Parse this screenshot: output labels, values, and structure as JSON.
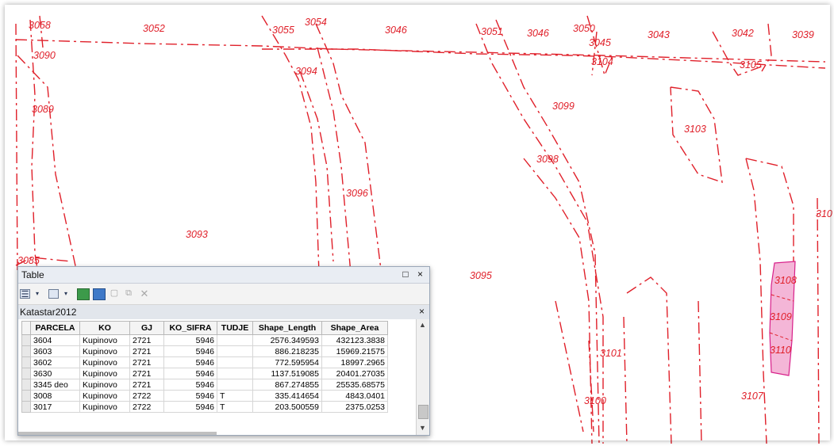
{
  "map": {
    "line_color": "#e0202a",
    "highlight_fill": "#f4b6d7",
    "highlight_stroke": "#d8208a",
    "parcel_labels": [
      {
        "id": "3058",
        "text": "3058"
      },
      {
        "id": "3052",
        "text": "3052"
      },
      {
        "id": "3055",
        "text": "3055"
      },
      {
        "id": "3054",
        "text": "3054"
      },
      {
        "id": "3046a",
        "text": "3046"
      },
      {
        "id": "3051",
        "text": "3051"
      },
      {
        "id": "3046b",
        "text": "3046"
      },
      {
        "id": "3050",
        "text": "3050"
      },
      {
        "id": "3045",
        "text": "3045"
      },
      {
        "id": "3043",
        "text": "3043"
      },
      {
        "id": "3042",
        "text": "3042"
      },
      {
        "id": "3039",
        "text": "3039"
      },
      {
        "id": "3090",
        "text": "3090"
      },
      {
        "id": "3104",
        "text": "3104"
      },
      {
        "id": "3105",
        "text": "3105"
      },
      {
        "id": "3094",
        "text": "3094"
      },
      {
        "id": "3089",
        "text": "3089"
      },
      {
        "id": "3099",
        "text": "3099"
      },
      {
        "id": "3103",
        "text": "3103"
      },
      {
        "id": "3098",
        "text": "3098"
      },
      {
        "id": "3096",
        "text": "3096"
      },
      {
        "id": "310x",
        "text": "310"
      },
      {
        "id": "3093",
        "text": "3093"
      },
      {
        "id": "3085",
        "text": "3085"
      },
      {
        "id": "3095",
        "text": "3095"
      },
      {
        "id": "3108",
        "text": "3108"
      },
      {
        "id": "3109",
        "text": "3109"
      },
      {
        "id": "3110",
        "text": "3110"
      },
      {
        "id": "3101",
        "text": "3101"
      },
      {
        "id": "3107",
        "text": "3107"
      },
      {
        "id": "3100",
        "text": "3100"
      }
    ]
  },
  "table_window": {
    "title": "Table",
    "close_glyphs": "□ ×",
    "layer_tab": "Katastar2012",
    "tab_close": "×",
    "columns": [
      "PARCELA",
      "KO",
      "GJ",
      "KO_SIFRA",
      "TUDJE",
      "Shape_Length",
      "Shape_Area"
    ],
    "rows": [
      [
        "3604",
        "Kupinovo",
        "2721",
        "5946",
        "",
        "2576.349593",
        "432123.3838"
      ],
      [
        "3603",
        "Kupinovo",
        "2721",
        "5946",
        "",
        "886.218235",
        "15969.21575"
      ],
      [
        "3602",
        "Kupinovo",
        "2721",
        "5946",
        "",
        "772.595954",
        "18997.2965"
      ],
      [
        "3630",
        "Kupinovo",
        "2721",
        "5946",
        "",
        "1137.519085",
        "20401.27035"
      ],
      [
        "3345 deo",
        "Kupinovo",
        "2721",
        "5946",
        "",
        "867.274855",
        "25535.68575"
      ],
      [
        "3008",
        "Kupinovo",
        "2722",
        "5946",
        "T",
        "335.414654",
        "4843.0401"
      ],
      [
        "3017",
        "Kupinovo",
        "2722",
        "5946",
        "T",
        "203.500559",
        "2375.0253"
      ]
    ]
  }
}
